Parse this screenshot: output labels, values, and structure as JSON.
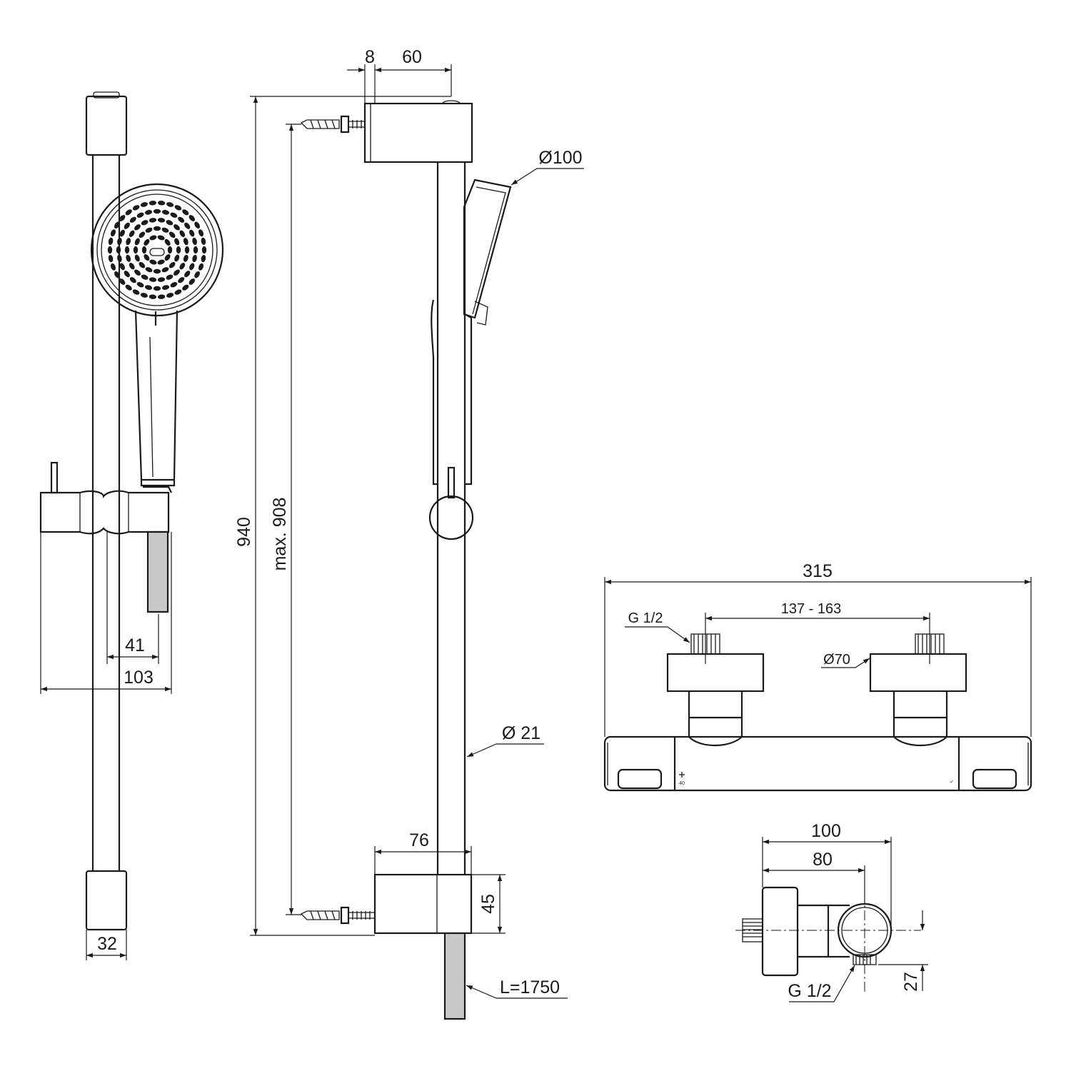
{
  "front_view": {
    "dims": {
      "w41": "41",
      "w103": "103",
      "w32": "32"
    }
  },
  "side_view": {
    "dims": {
      "d8": "8",
      "d60": "60",
      "d940": "940",
      "max908": "max. 908",
      "dia100": "Ø100",
      "dia21": "Ø 21",
      "d76": "76",
      "d45": "45",
      "hose_length": "L=1750"
    }
  },
  "mixer_front": {
    "dims": {
      "d315": "315",
      "d137_163": "137 - 163",
      "thread": "G 1/2",
      "dia70": "Ø70"
    },
    "dial_marks": {
      "left": "40",
      "right": "✓"
    }
  },
  "mixer_side": {
    "dims": {
      "d100": "100",
      "d80": "80",
      "d27": "27",
      "thread": "G 1/2"
    }
  }
}
